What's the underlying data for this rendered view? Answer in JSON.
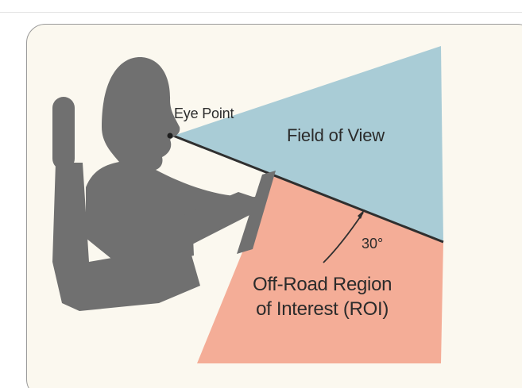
{
  "diagram": {
    "labels": {
      "eye_point": "Eye Point",
      "field_of_view": "Field of View",
      "angle": "30°",
      "roi_line1": "Off-Road Region",
      "roi_line2": "of Interest (ROI)"
    },
    "colors": {
      "field_of_view": "#a9ccd6",
      "roi_region": "#f4ad97",
      "silhouette": "#707070",
      "background": "#fbf8ef"
    }
  }
}
